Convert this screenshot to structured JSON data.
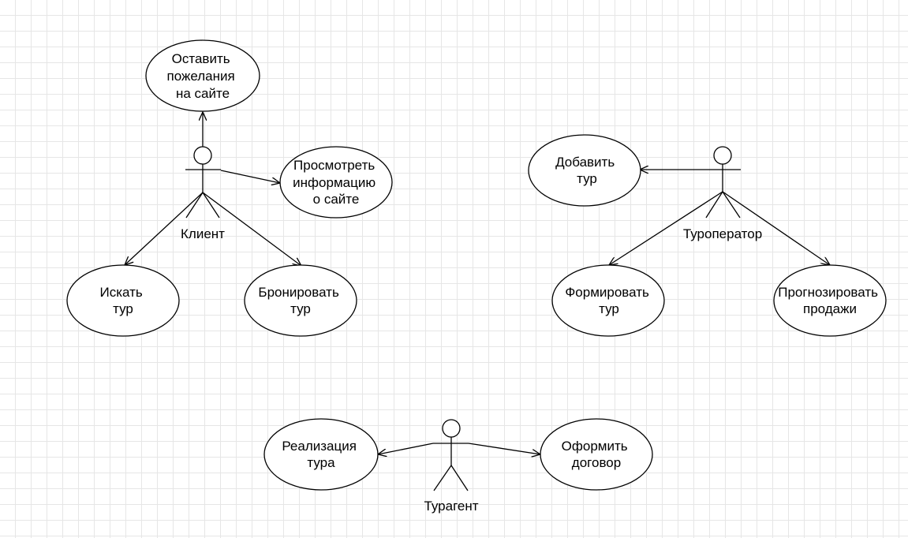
{
  "actors": {
    "client": {
      "name": "Клиент"
    },
    "touroperator": {
      "name": "Туроператор"
    },
    "touragent": {
      "name": "Турагент"
    }
  },
  "usecases": {
    "leave_wishes": {
      "lines": [
        "Оставить",
        "пожелания",
        "на сайте"
      ]
    },
    "view_info": {
      "lines": [
        "Просмотреть",
        "информацию",
        "о сайте"
      ]
    },
    "search_tour": {
      "lines": [
        "Искать",
        "тур"
      ]
    },
    "book_tour": {
      "lines": [
        "Бронировать",
        "тур"
      ]
    },
    "add_tour": {
      "lines": [
        "Добавить",
        "тур"
      ]
    },
    "form_tour": {
      "lines": [
        "Формировать",
        "тур"
      ]
    },
    "forecast_sales": {
      "lines": [
        "Прогнозировать",
        "продажи"
      ]
    },
    "tour_sale": {
      "lines": [
        "Реализация",
        "тура"
      ]
    },
    "contract": {
      "lines": [
        "Оформить",
        "договор"
      ]
    }
  }
}
